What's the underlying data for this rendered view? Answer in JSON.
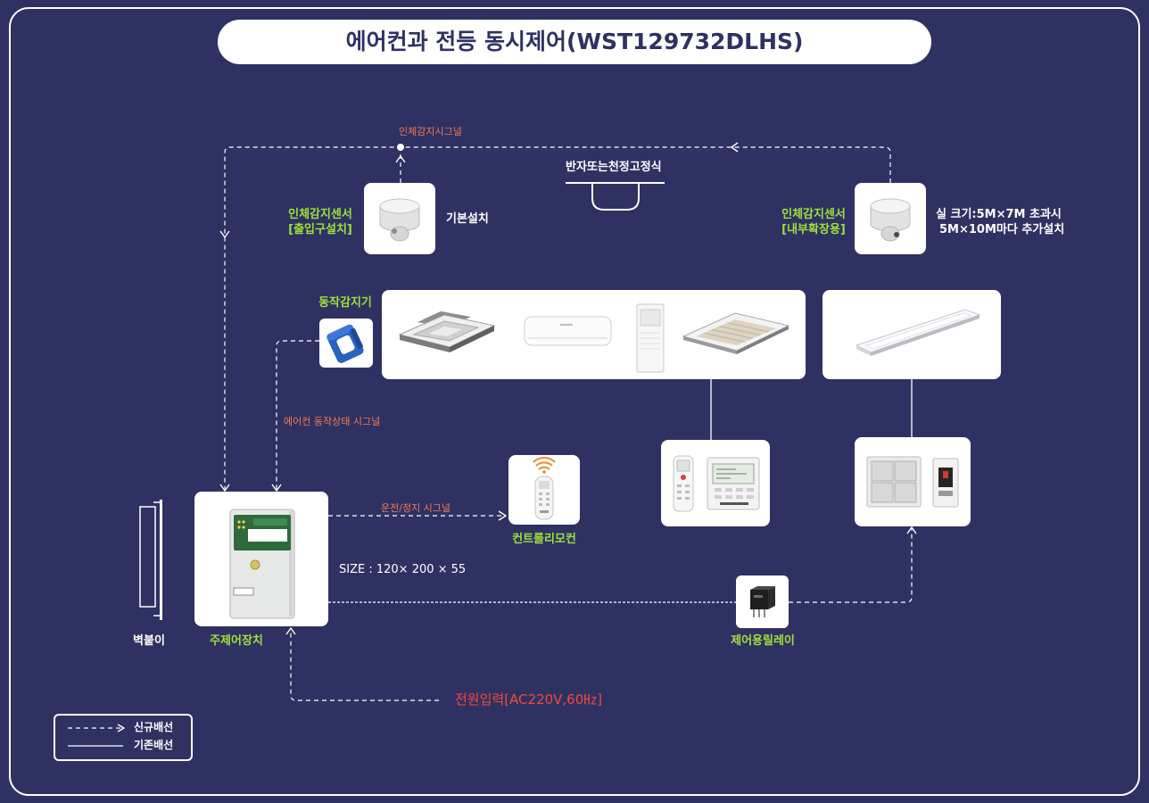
{
  "title": "에어컨과 전등 동시제어(WST129732DLHS)",
  "colors": {
    "background": "#2f3163",
    "title_text": "#2f3163",
    "label_green": "#9fe03a",
    "signal_orange": "#f27a4e",
    "power_red": "#f2483b"
  },
  "signals": {
    "human_sensor": "인체감지시그널",
    "ac_status": "에어컨 동작상태 시그널",
    "run_stop": "운전/정지 시그널"
  },
  "mount": {
    "label": "반자또는천정고정식",
    "icon": "ceiling-mount-bracket-icon"
  },
  "sensor_entrance": {
    "name": "인체감지센서",
    "location": "[출입구설치]",
    "note": "기본설치",
    "icon": "ceiling-pir-sensor-icon"
  },
  "sensor_interior": {
    "name": "인체감지센서",
    "location": "[내부확장용]",
    "note_lines": [
      "실 크기:5M×7M 초과시",
      "5M×10M마다 추가설치"
    ],
    "icon": "ceiling-pir-sensor-icon"
  },
  "motion_detector": {
    "label": "동작감지기",
    "icon": "current-clamp-sensor-icon"
  },
  "air_conditioners": {
    "icons": [
      "ceiling-cassette-ac-icon",
      "wall-mount-ac-icon",
      "floor-standing-ac-icon",
      "one-way-cassette-ac-icon"
    ]
  },
  "lighting": {
    "icon": "led-panel-light-icon"
  },
  "ac_controls": {
    "icons": [
      "handheld-ac-remote-icon",
      "wall-thermostat-icon"
    ]
  },
  "light_controls": {
    "icons": [
      "light-switch-panel-icon",
      "circuit-breaker-icon"
    ]
  },
  "main_controller": {
    "label": "주제어장치",
    "size": "SIZE : 120× 200 × 55",
    "icon": "control-enclosure-icon"
  },
  "wall_mount": {
    "label": "벽붙이",
    "icon": "wall-mount-bracket-icon"
  },
  "remote": {
    "label": "컨트롤리모컨",
    "icon": "ir-remote-icon"
  },
  "relay": {
    "label": "제어용릴레이",
    "icon": "relay-icon"
  },
  "power_input": "전원입력[AC220V,60㎐]",
  "legend": {
    "new_wiring": "신규배선",
    "existing_wiring": "기존배선"
  }
}
